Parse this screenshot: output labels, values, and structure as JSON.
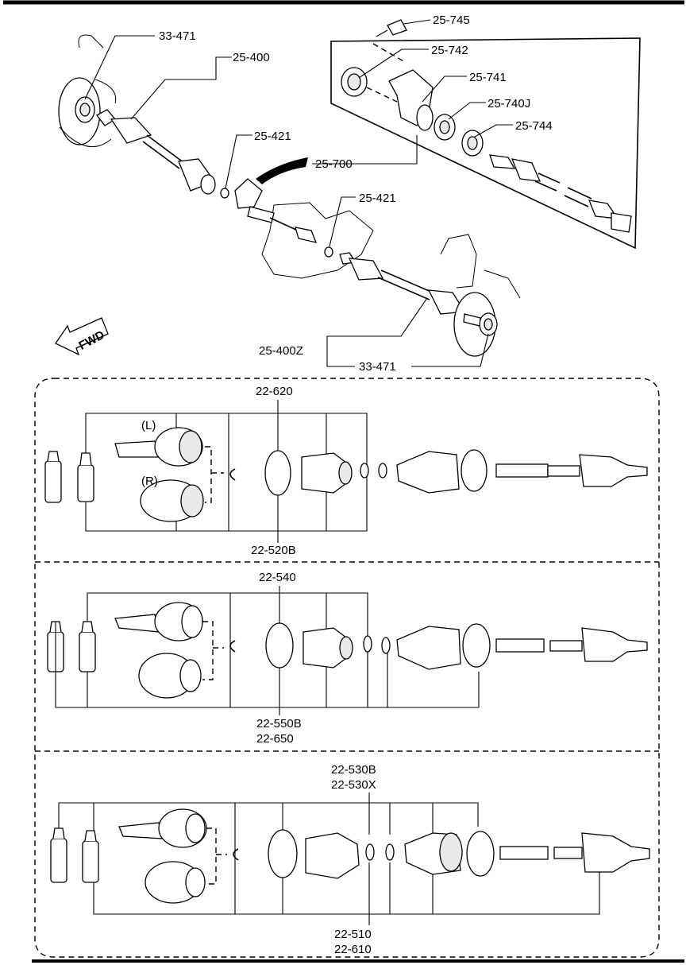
{
  "top": {
    "labels": {
      "p33_471_a": "33-471",
      "p25_400": "25-400",
      "p25_421_a": "25-421",
      "p25_421_b": "25-421",
      "p25_700": "25-700",
      "p25_745": "25-745",
      "p25_742": "25-742",
      "p25_741": "25-741",
      "p25_740j": "25-740J",
      "p25_744": "25-744",
      "p25_400z": "25-400Z",
      "p33_471_b": "33-471"
    },
    "fwd_label": "FWD"
  },
  "panel1": {
    "label_top": "22-620",
    "label_bottom": "22-520B",
    "joint_l": "(L)",
    "joint_r": "(R)"
  },
  "panel2": {
    "label_top": "22-540",
    "label_bottom_1": "22-550B",
    "label_bottom_2": "22-650"
  },
  "panel3": {
    "label_top_1": "22-530B",
    "label_top_2": "22-530X",
    "label_bottom_1": "22-510",
    "label_bottom_2": "22-610"
  }
}
